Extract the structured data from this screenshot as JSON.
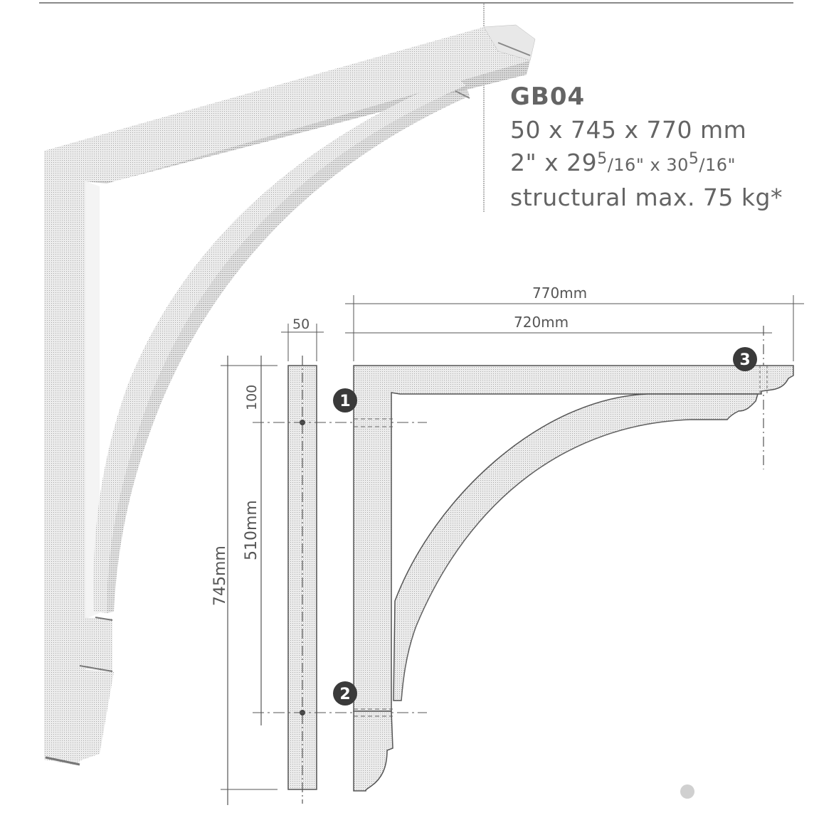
{
  "product": {
    "code": "GB04",
    "metric_dims": "50 x 745 x 770 mm",
    "imperial": {
      "prefix": "2\" x 29",
      "sup1": "5",
      "frac1": "/16\" x 30",
      "sup2": "5",
      "frac2": "/16\""
    },
    "load": "structural max. 75 kg*"
  },
  "drawing": {
    "dims": {
      "overall_width": "770mm",
      "hole_span_width": "720mm",
      "thickness": "50",
      "overall_height": "745mm",
      "hole_spacing": "510mm",
      "top_offset": "100"
    },
    "markers": [
      "1",
      "2",
      "3"
    ]
  },
  "colors": {
    "ink": "#555555",
    "fill_hatch": "#d9d9d9",
    "marker": "#3a3a3a",
    "photo_shade": "#c8c8c8"
  }
}
